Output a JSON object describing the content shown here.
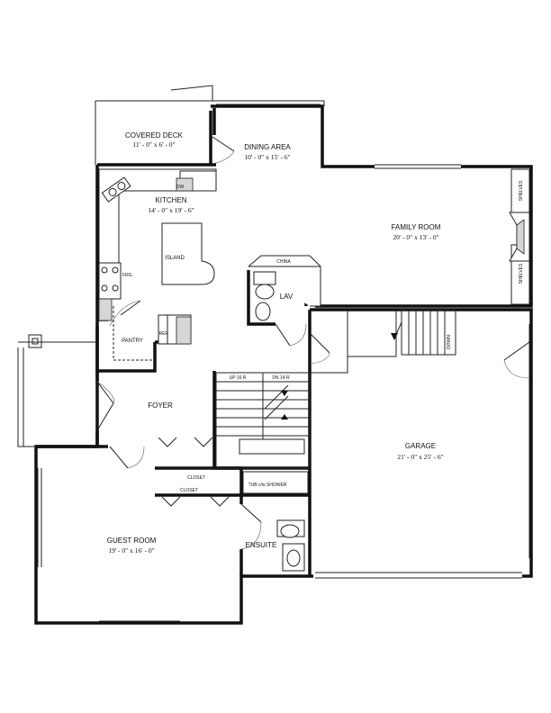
{
  "rooms": {
    "covered_deck": {
      "name": "COVERED DECK",
      "dims": "11' - 0\" x 6' - 0\""
    },
    "dining_area": {
      "name": "DINING AREA",
      "dims": "10' - 0\" x 15' - 6\""
    },
    "kitchen": {
      "name": "KITCHEN",
      "dims": "14' - 0\" x 19' - 6\""
    },
    "family_room": {
      "name": "FAMILY ROOM",
      "dims": "20' - 0\" x 13' - 0\""
    },
    "garage": {
      "name": "GARAGE",
      "dims": "21' - 0\" x 25' - 6\""
    },
    "guest_room": {
      "name": "GUEST ROOM",
      "dims": "19' - 0\" x 16' - 0\""
    },
    "foyer": {
      "name": "FOYER"
    },
    "lav": {
      "name": "LAV"
    },
    "ensuite": {
      "name": "ENSUITE"
    },
    "pantry": {
      "name": "PANTRY"
    }
  },
  "labels": {
    "island": "ISLAND",
    "dw": "DW",
    "frg": "FRG.",
    "china": "CHINA",
    "shelves_top": "SHELVES",
    "shelves_bottom": "SHELVES",
    "ref": "REF.",
    "closet_upper": "CLOSET",
    "closet_lower": "CLOSET",
    "tub_shower": "TUB c/w SHOWER",
    "up": "UP 16 R",
    "dn": "DN 14 R",
    "down": "DOWN"
  }
}
